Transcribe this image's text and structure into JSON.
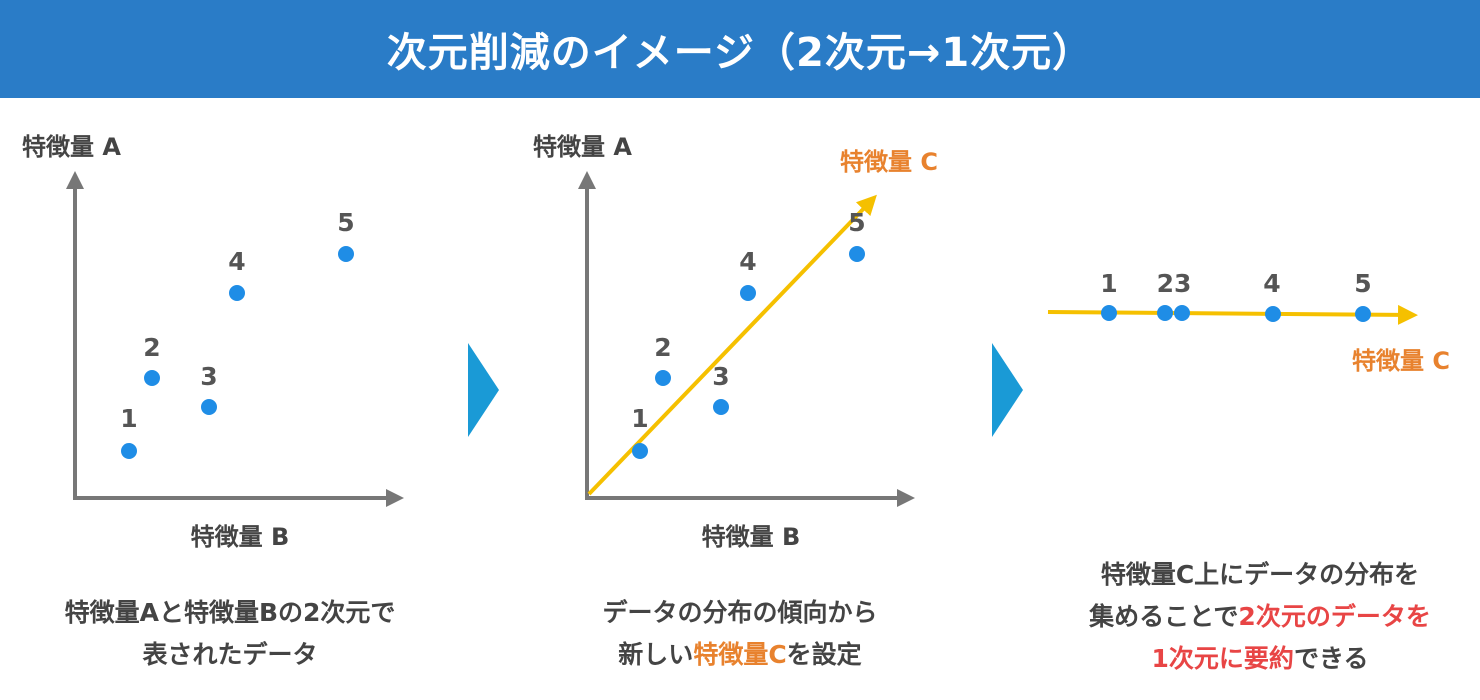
{
  "title": "次元削減のイメージ（2次元→1次元）",
  "colors": {
    "header": "#2a7cc7",
    "point": "#1f8de6",
    "axis": "#777777",
    "feature_c_line": "#f5c000",
    "feature_c_label": "#e8822e",
    "highlight_red": "#e84545",
    "chevron": "#1a9ad6"
  },
  "panel1": {
    "y_label": "特徴量 A",
    "x_label": "特徴量 B",
    "point_labels": [
      "1",
      "2",
      "3",
      "4",
      "5"
    ],
    "caption": {
      "line1": "特徴量Aと特徴量Bの2次元で",
      "line2": "表されたデータ"
    }
  },
  "panel2": {
    "y_label": "特徴量 A",
    "x_label": "特徴量 B",
    "c_label": "特徴量 C",
    "point_labels": [
      "1",
      "2",
      "3",
      "4",
      "5"
    ],
    "caption": {
      "line1": "データの分布の傾向から",
      "line2_pre": "新しい",
      "line2_hl": "特徴量C",
      "line2_post": "を設定"
    }
  },
  "panel3": {
    "c_label": "特徴量 C",
    "point_labels": [
      "1",
      "23",
      "4",
      "5"
    ],
    "caption": {
      "line1": "特徴量C上にデータの分布を",
      "line2_pre": "集めることで",
      "line2_hl": "2次元のデータを",
      "line3_hl": "1次元に要約",
      "line3_post": "できる"
    }
  }
}
